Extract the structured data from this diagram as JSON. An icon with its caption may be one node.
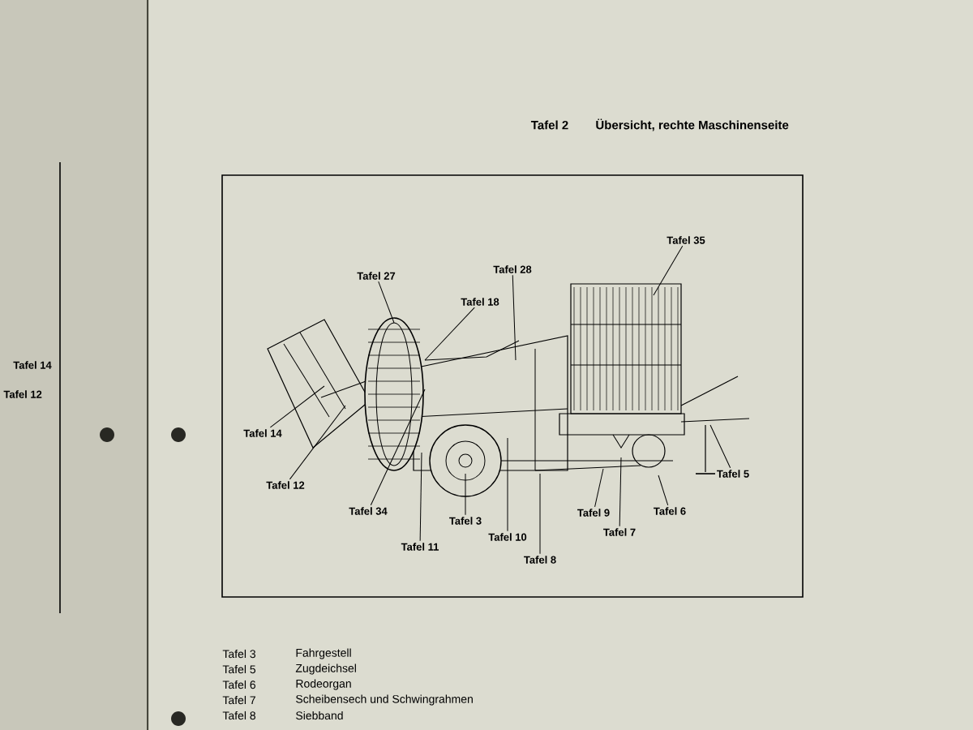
{
  "diagram": {
    "title": "Übersicht, rechte Maschinenseite",
    "nodes": [
      {
        "text": [
          "Tafel 35"
        ]
      },
      {
        "text": [
          "Tafel 28"
        ]
      },
      {
        "text": [
          "Tafel 27"
        ]
      },
      {
        "text": [
          "Tafel 18"
        ]
      },
      {
        "text": [
          "Tafel 14"
        ]
      },
      {
        "text": [
          "Tafel 5"
        ]
      },
      {
        "text": [
          "Tafel 12"
        ]
      },
      {
        "text": [
          "Tafel 6"
        ]
      },
      {
        "text": [
          "Tafel 34"
        ]
      },
      {
        "text": [
          "Tafel 9"
        ]
      },
      {
        "text": [
          "Tafel 3"
        ]
      },
      {
        "text": [
          "Tafel 7"
        ]
      },
      {
        "text": [
          "Tafel 10"
        ]
      },
      {
        "text": [
          "Tafel 11"
        ]
      },
      {
        "text": [
          "Tafel 8"
        ]
      }
    ],
    "edges": [
      {
        "from": 0,
        "to": null,
        "arrow": "none"
      },
      {
        "from": 1,
        "to": null,
        "arrow": "none"
      },
      {
        "from": 2,
        "to": null,
        "arrow": "none"
      },
      {
        "from": 3,
        "to": null,
        "arrow": "none"
      },
      {
        "from": 4,
        "to": null,
        "arrow": "none"
      },
      {
        "from": 5,
        "to": null,
        "arrow": "none"
      },
      {
        "from": 6,
        "to": null,
        "arrow": "none"
      },
      {
        "from": 7,
        "to": null,
        "arrow": "none"
      },
      {
        "from": 8,
        "to": null,
        "arrow": "none"
      },
      {
        "from": 9,
        "to": null,
        "arrow": "none"
      },
      {
        "from": 10,
        "to": null,
        "arrow": "none"
      },
      {
        "from": 11,
        "to": null,
        "arrow": "none"
      },
      {
        "from": 12,
        "to": null,
        "arrow": "none"
      },
      {
        "from": 13,
        "to": null,
        "arrow": "none"
      },
      {
        "from": 14,
        "to": null,
        "arrow": "none"
      }
    ],
    "labels": [
      "Tafel 2",
      "Tafel 14",
      "Tafel 12",
      "Tafel 3",
      "Fahrgestell",
      "Tafel 5",
      "Zugdeichsel",
      "Tafel 6",
      "Rodeorgan",
      "Tafel 7",
      "Scheibensech und Schwingrahmen",
      "Tafel 8",
      "Siebband"
    ]
  }
}
